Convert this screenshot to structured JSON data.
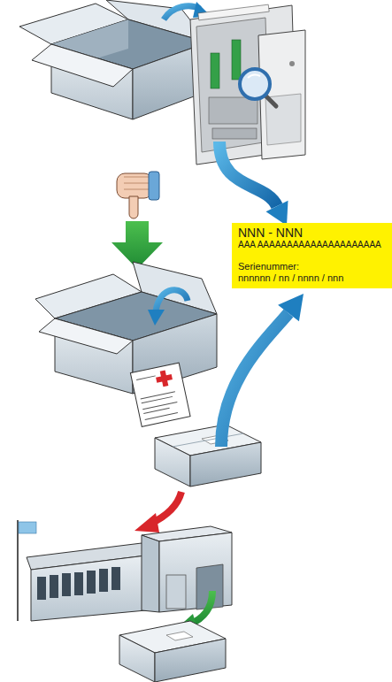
{
  "diagram": {
    "nodes": [
      {
        "text": [
          "NNN - NNN",
          "AAA AAAAAAAAAAAAAAAAAAAAA",
          "Serienummer:",
          "nnnnnn / nn / nnnn / nnn"
        ]
      }
    ]
  }
}
